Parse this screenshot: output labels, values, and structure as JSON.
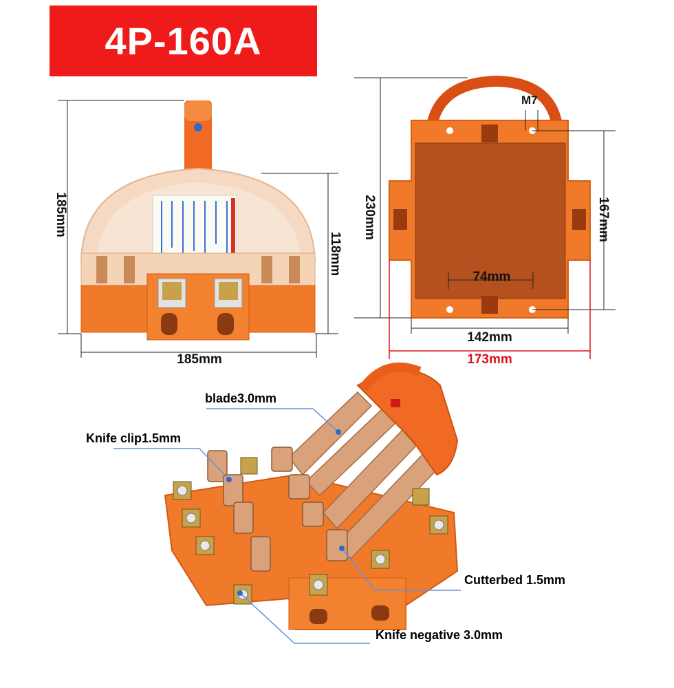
{
  "title": "4P-160A",
  "front_view": {
    "height_label": "185mm",
    "body_height_label": "118mm",
    "width_label": "185mm"
  },
  "back_view": {
    "height_label": "230mm",
    "inner_height_label": "167mm",
    "bolt_label": "M7",
    "hole_spacing_label": "74mm",
    "mount_width_label": "142mm",
    "total_width_label": "173mm"
  },
  "callouts": {
    "blade": "blade3.0mm",
    "knife_clip": "Knife clip1.5mm",
    "cutterbed": "Cutterbed 1.5mm",
    "knife_negative": "Knife negative 3.0mm"
  },
  "colors": {
    "banner": "#ef1b1b",
    "body_orange": "#f07a2a",
    "back_panel": "#b3501e",
    "dim_red": "#e0101a",
    "callout_line": "#6a8fd6"
  }
}
